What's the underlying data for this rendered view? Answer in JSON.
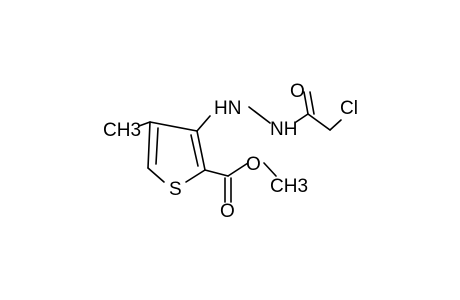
{
  "molecule": {
    "labels": {
      "methyl": "CH3",
      "sulfur": "S",
      "hydrazine_nh_1": "HN",
      "hydrazine_nh_2": "NH",
      "carbonyl_o_top": "O",
      "chlorine": "Cl",
      "ester_o": "O",
      "ester_methyl": "CH3",
      "ester_carbonyl_o": "O"
    }
  }
}
